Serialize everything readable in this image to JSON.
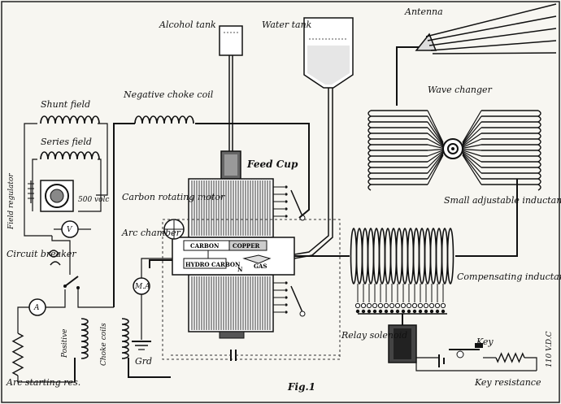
{
  "labels": {
    "antenna": "Antenna",
    "alcohol_tank": "Alcohol tank",
    "water_tank": "Water tank",
    "wave_changer": "Wave changer",
    "negative_choke_coil": "Negative choke coil",
    "shunt_field": "Shunt field",
    "series_field": "Series field",
    "field_regulator": "Field regulator",
    "voltage": "500 volc",
    "voltmeter": "V",
    "feed_cup": "Feed Cup",
    "carbon_rotating_motor": "Carbon rotating motor",
    "arc_chamber": "Arc chamber",
    "small_adjustable_inductance": "Small adjustable inductane",
    "circuit_breaker": "Circuit breaker",
    "carbon": "CARBON",
    "copper": "COPPER",
    "hydro_carbon": "HYDRO CARBON",
    "gas": "GAS",
    "n": "N",
    "ammeter": "A",
    "milliammeter": "M.A",
    "positive": "Positive",
    "choke_coils": "Choke coils",
    "compensating_inductance": "Compensating inductance",
    "relay_solenoid": "Relay solenoid",
    "key": "Key",
    "dc_110": "110 V.D.C",
    "grd": "Grd",
    "arc_starting_res": "Arc starting res.",
    "fig": "Fig.1",
    "key_resistance": "Key resistance"
  }
}
